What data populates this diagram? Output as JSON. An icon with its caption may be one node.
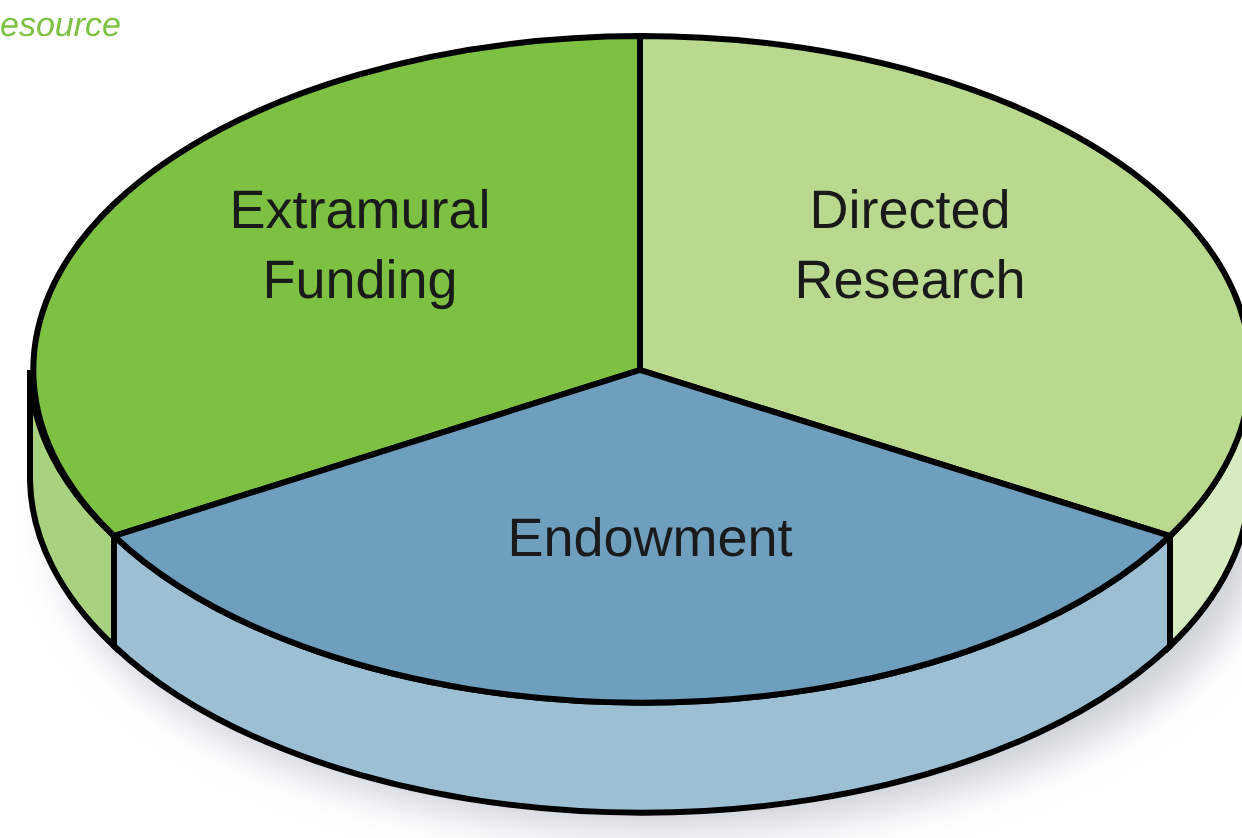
{
  "diagram": {
    "nodes": [
      {
        "text": [
          "Extramural Funding"
        ]
      },
      {
        "text": [
          "Directed Research"
        ]
      },
      {
        "text": [
          "Endowment"
        ]
      }
    ],
    "labels": [
      "esource"
    ]
  }
}
